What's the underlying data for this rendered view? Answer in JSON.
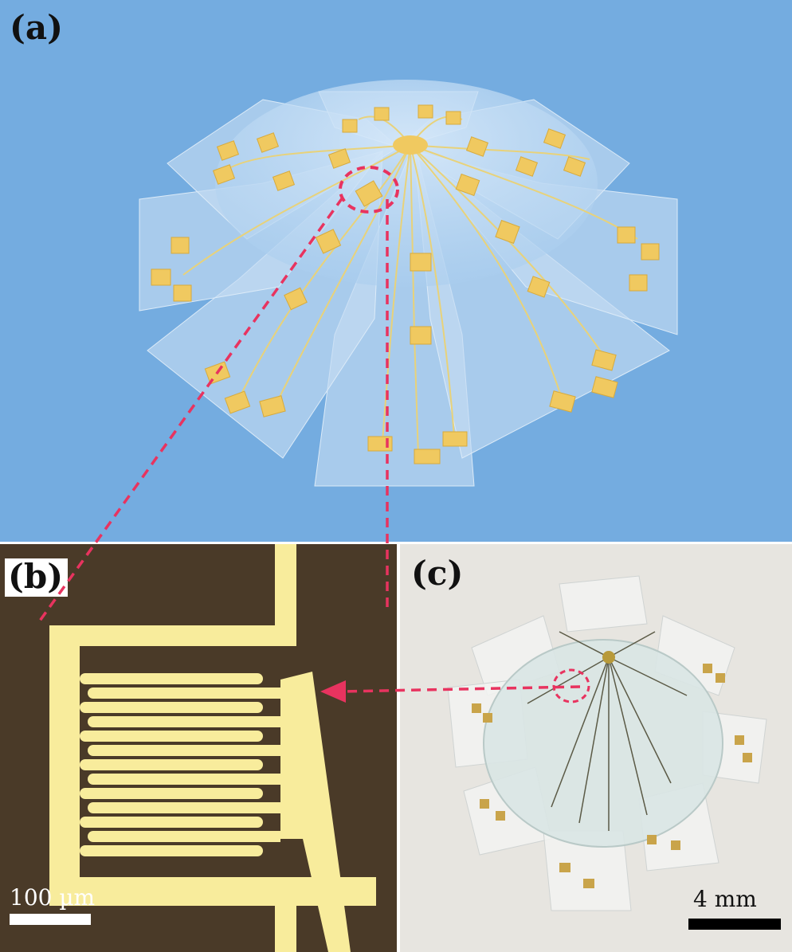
{
  "panels": {
    "a": {
      "label": "(a)"
    },
    "b": {
      "label": "(b)",
      "scale_label": "100 µm"
    },
    "c": {
      "label": "(c)",
      "scale_label": "4 mm"
    }
  },
  "colors": {
    "background_blue": "#74ace0",
    "film": "#c4dcf2",
    "gold": "#f0c960",
    "electrode": "#f8ec9c",
    "substrate_dark": "#4a3a28",
    "callout": "#e8335f",
    "photo_bg": "#e7e5e0"
  },
  "icons": [
    "arrow-head-icon"
  ]
}
